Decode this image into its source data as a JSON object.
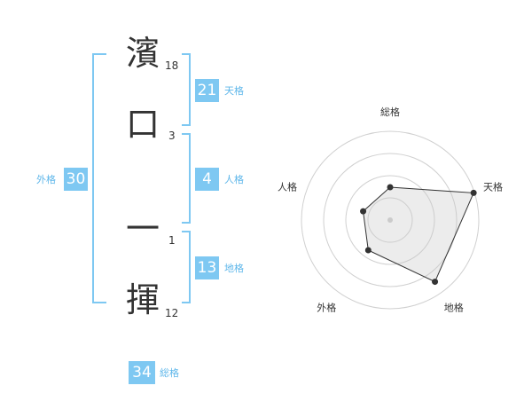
{
  "name": {
    "characters": [
      {
        "char": "濱",
        "strokes": "18"
      },
      {
        "char": "口",
        "strokes": "3"
      },
      {
        "char": "一",
        "strokes": "1"
      },
      {
        "char": "揮",
        "strokes": "12"
      }
    ]
  },
  "kakusu": {
    "tenkaku": {
      "value": "21",
      "label": "天格"
    },
    "jinkaku": {
      "value": "4",
      "label": "人格"
    },
    "chikaku": {
      "value": "13",
      "label": "地格"
    },
    "gaikaku": {
      "value": "30",
      "label": "外格"
    },
    "soukaku": {
      "value": "34",
      "label": "総格"
    }
  },
  "radar": {
    "axes": [
      "総格",
      "天格",
      "地格",
      "外格",
      "人格"
    ],
    "values": [
      0.37,
      0.99,
      0.86,
      0.42,
      0.32
    ],
    "rings": 4
  },
  "colors": {
    "accent": "#7ec8f2",
    "text": "#333333",
    "label": "#5fb7ea"
  }
}
